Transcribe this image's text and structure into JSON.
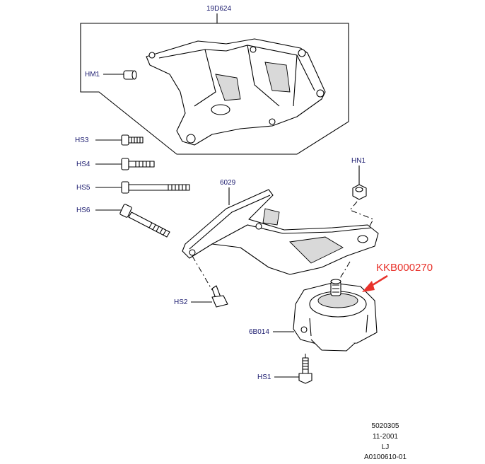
{
  "callouts": {
    "bracket_top": "19D624",
    "hm1": "HM1",
    "hs3": "HS3",
    "hs4": "HS4",
    "hs5": "HS5",
    "hs6": "HS6",
    "hn1": "HN1",
    "arm": "6029",
    "hs2": "HS2",
    "mount": "6B014",
    "hs1": "HS1",
    "highlight": "KKB000270"
  },
  "footer": {
    "line1": "5020305",
    "line2": "11-2001",
    "line3": "LJ",
    "line4": "A0100610-01"
  },
  "colors": {
    "label": "#1a1a6e",
    "highlight": "#e8322b",
    "line": "#000000"
  }
}
